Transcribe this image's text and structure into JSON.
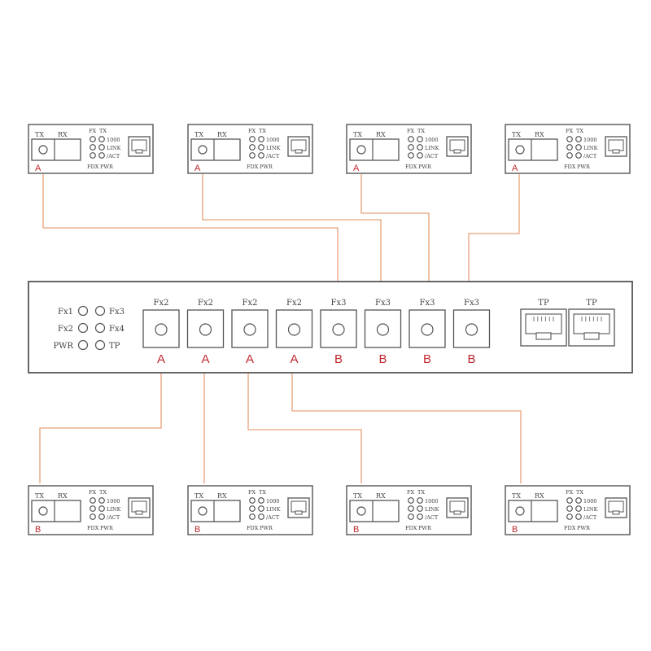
{
  "converter": {
    "tx": "TX",
    "rx": "RX",
    "fx": "FX",
    "tx2": "TX",
    "s1000": "1000",
    "link": "LINK",
    "act": "/ACT",
    "fdx": "FDX",
    "pwr": "PWR"
  },
  "top_converters": [
    {
      "tag": "A"
    },
    {
      "tag": "A"
    },
    {
      "tag": "A"
    },
    {
      "tag": "A"
    }
  ],
  "bottom_converters": [
    {
      "tag": "B"
    },
    {
      "tag": "B"
    },
    {
      "tag": "B"
    },
    {
      "tag": "B"
    }
  ],
  "switch": {
    "leds_left": [
      "Fx1",
      "Fx2",
      "PWR"
    ],
    "leds_right": [
      "Fx3",
      "Fx4",
      "TP"
    ],
    "ports": [
      {
        "label": "Fx2",
        "tag": "A"
      },
      {
        "label": "Fx2",
        "tag": "A"
      },
      {
        "label": "Fx2",
        "tag": "A"
      },
      {
        "label": "Fx2",
        "tag": "A"
      },
      {
        "label": "Fx3",
        "tag": "B"
      },
      {
        "label": "Fx3",
        "tag": "B"
      },
      {
        "label": "Fx3",
        "tag": "B"
      },
      {
        "label": "Fx3",
        "tag": "B"
      }
    ],
    "tp_ports": [
      {
        "label": "TP"
      },
      {
        "label": "TP"
      }
    ]
  },
  "colors": {
    "wire": "#e8a27a",
    "tag": "#c0282e",
    "outline": "#555555"
  }
}
